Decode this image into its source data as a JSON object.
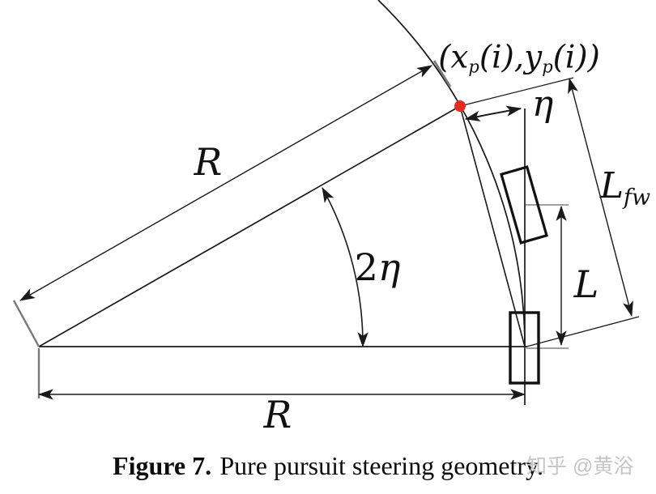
{
  "diagram": {
    "labels": {
      "radius_upper": "R",
      "radius_lower": "R",
      "double_eta_coeff": "2",
      "double_eta_symbol": "η",
      "eta": "η",
      "wheelbase": "L",
      "lookahead_main": "L",
      "lookahead_sub": "fw",
      "point_open": "(x",
      "point_sub1": "p",
      "point_mid": "(i),y",
      "point_sub2": "p",
      "point_close": "(i))"
    },
    "colors": {
      "line": "#1a1a1a",
      "extension_gray": "#7a7a7a",
      "goal_point_red": "#e8291c",
      "watermark_gray": "#c5c5c5"
    }
  },
  "caption": {
    "figure_label": "Figure 7.",
    "figure_text": "Pure pursuit steering geometry."
  },
  "watermark": "知乎 @黄浴"
}
